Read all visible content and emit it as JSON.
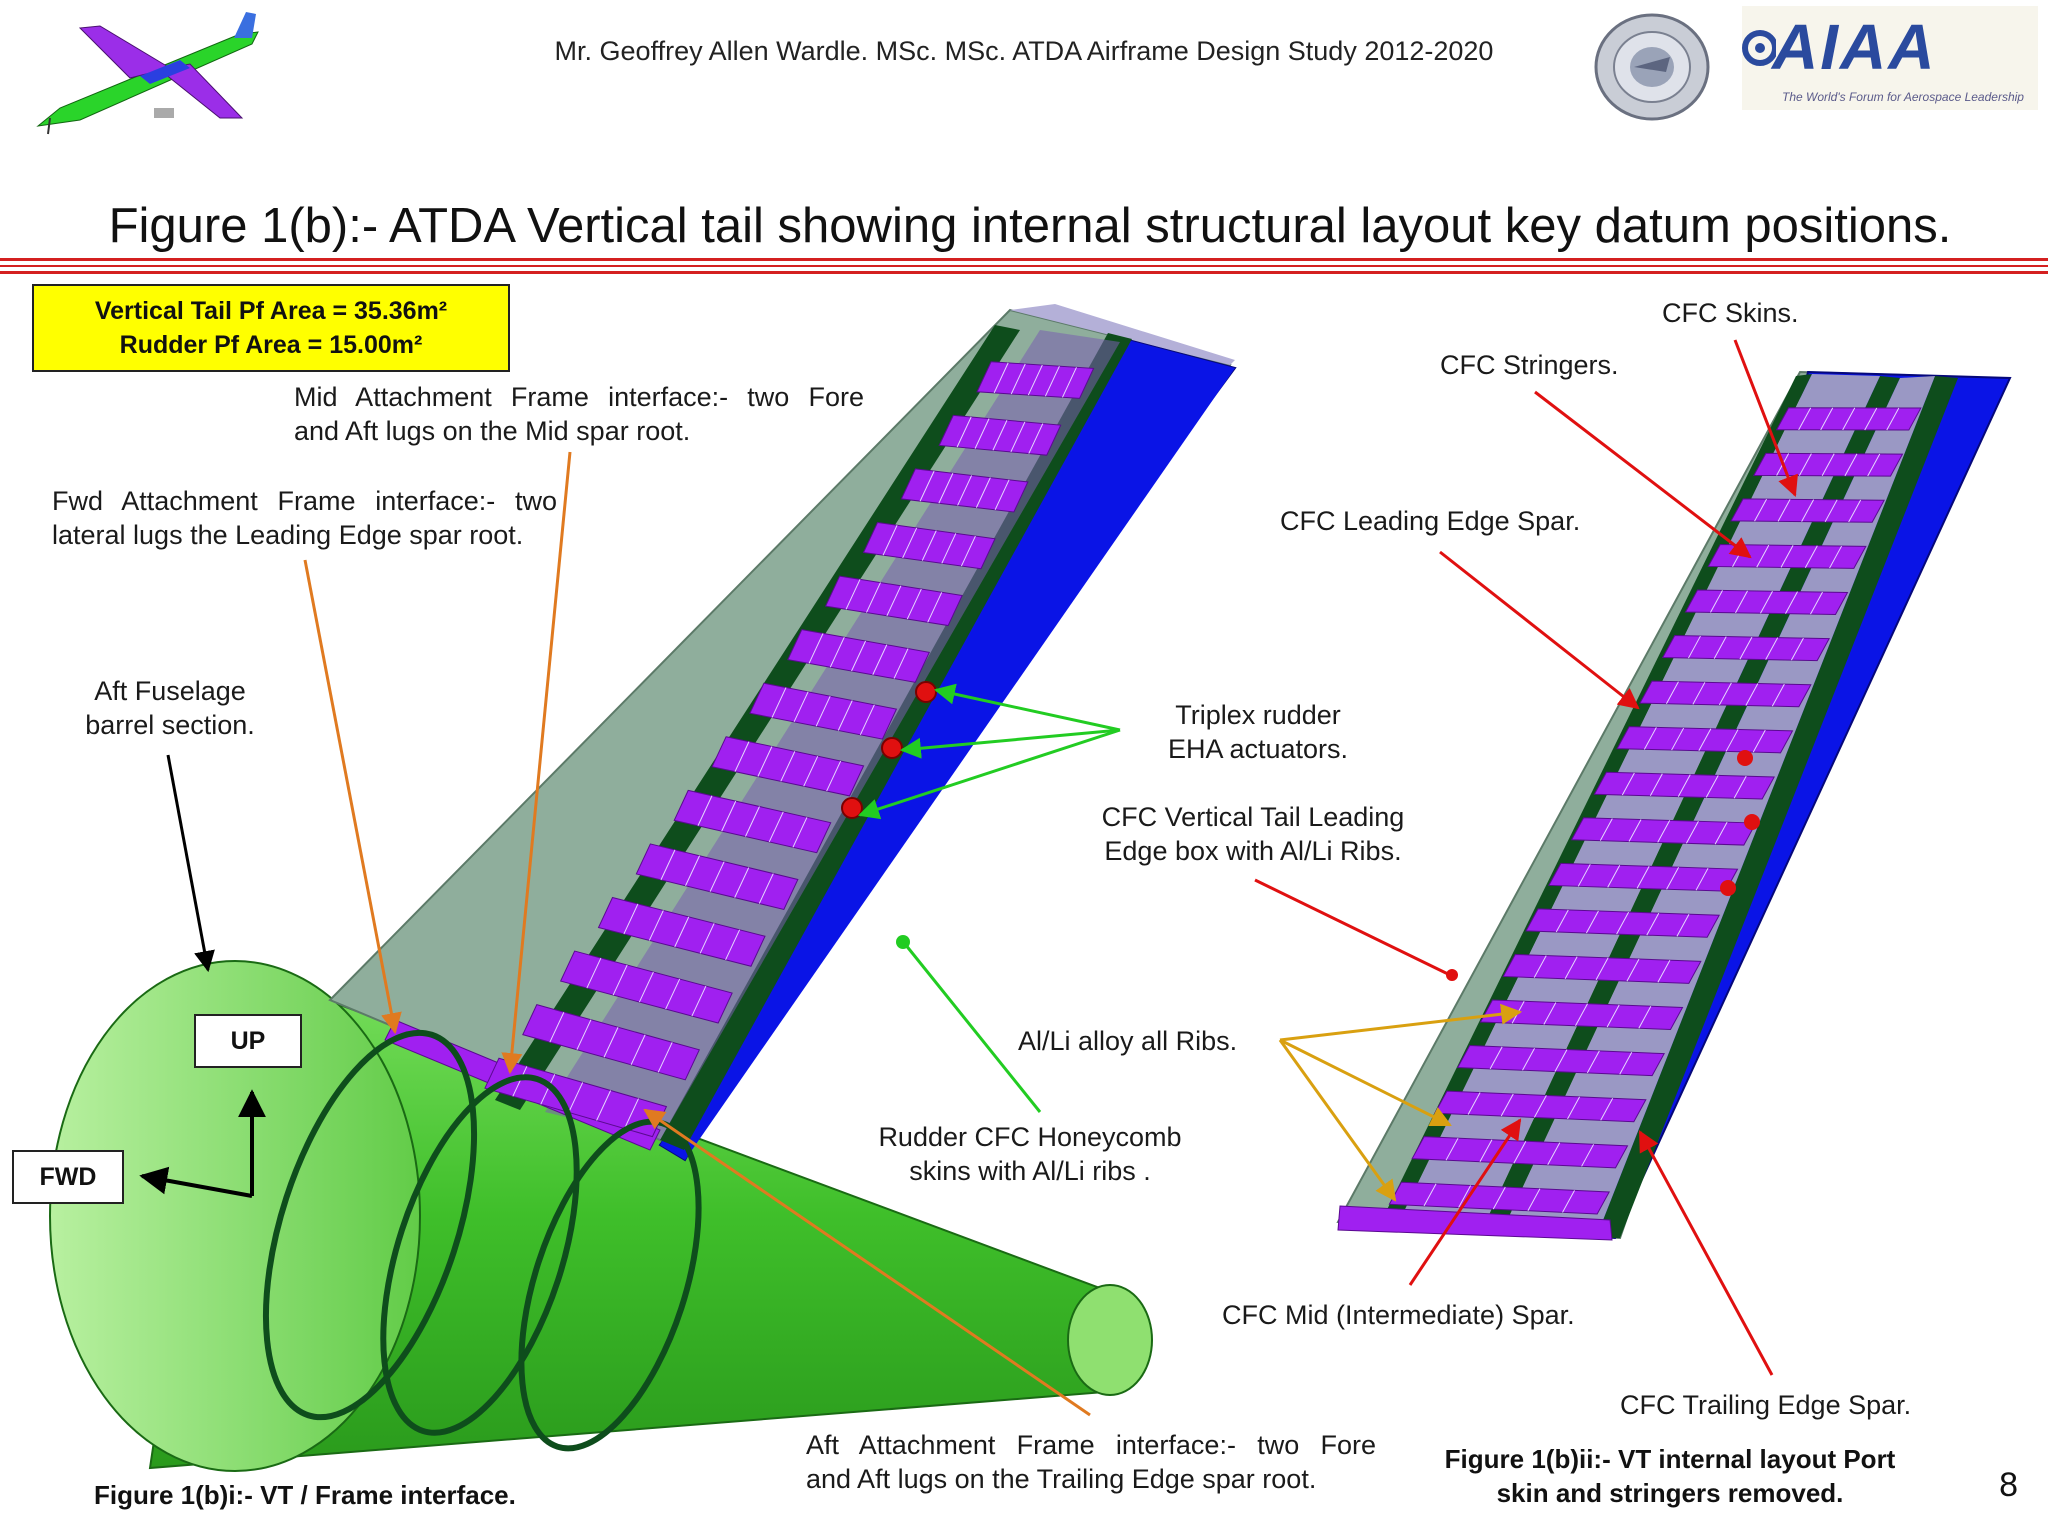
{
  "header": {
    "author_line": "Mr. Geoffrey Allen Wardle. MSc. MSc. ATDA Airframe Design Study 2012-2020"
  },
  "logos": {
    "aiaa_word": "AIAA",
    "aiaa_tagline": "The World's Forum for Aerospace Leadership"
  },
  "title": "Figure  1(b):- ATDA Vertical tail showing internal structural layout key datum positions.",
  "area_box": {
    "line1": "Vertical Tail  Pf Area = 35.36m²",
    "line2": "Rudder Pf Area = 15.00m²"
  },
  "labels": {
    "mid_attach_1": "Mid  Attachment  Frame  interface:-  two  Fore",
    "mid_attach_2": "and Aft lugs on the Mid spar root.",
    "fwd_attach_1": "Fwd  Attachment  Frame  interface:-  two",
    "fwd_attach_2": "lateral lugs the Leading Edge spar root.",
    "aft_fuselage_1": "Aft Fuselage",
    "aft_fuselage_2": "barrel section.",
    "up": "UP",
    "fwd": "FWD",
    "triplex_1": "Triplex rudder",
    "triplex_2": "EHA actuators.",
    "le_box_1": "CFC Vertical Tail Leading",
    "le_box_2": "Edge box with Al/Li Ribs.",
    "alli_ribs": "Al/Li alloy all Ribs.",
    "rudder_1": "Rudder CFC Honeycomb",
    "rudder_2": "skins with Al/Li ribs .",
    "cfc_skins": "CFC Skins.",
    "cfc_stringers": "CFC Stringers.",
    "cfc_le_spar": "CFC Leading Edge Spar.",
    "cfc_mid_spar": "CFC Mid (Intermediate) Spar.",
    "cfc_te_spar": "CFC Trailing Edge Spar.",
    "aft_attach_1": "Aft  Attachment  Frame  interface:-  two  Fore",
    "aft_attach_2": "and Aft lugs on the Trailing Edge spar root."
  },
  "captions": {
    "left": "Figure 1(b)i:- VT / Frame interface.",
    "right_1": "Figure 1(b)ii:- VT internal layout Port",
    "right_2": "skin and stringers removed."
  },
  "page_number": "8",
  "colors": {
    "rule": "#d42020",
    "skin_grey": "#8fae9c",
    "rudder_blue": "#0a14e6",
    "rib_purple": "#a020f0",
    "fuselage_green": "#3fbf2a",
    "spar_dark_green": "#0e4d1c",
    "arrow_orange": "#e07a20",
    "arrow_red": "#e01010",
    "arrow_green": "#22cc22",
    "arrow_gold": "#d9a010"
  }
}
